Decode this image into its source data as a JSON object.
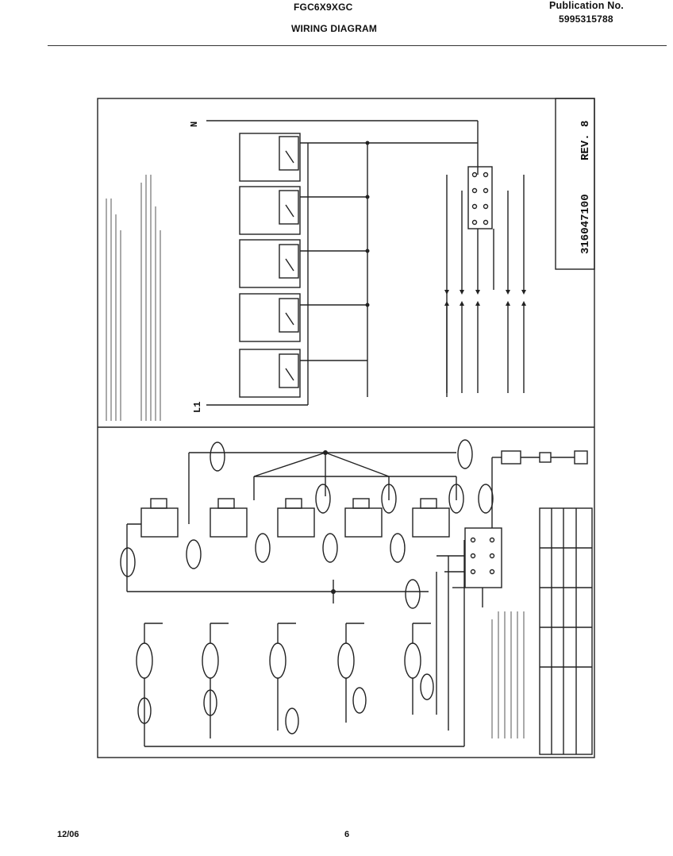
{
  "header": {
    "model": "FGC6X9XGC",
    "doc_title": "WIRING DIAGRAM",
    "publication_label": "Publication No.",
    "publication_number": "5995315788"
  },
  "footer": {
    "date": "12/06",
    "page": "6"
  },
  "schematic": {
    "drawing_number": "316047100",
    "revision": "REV. 8",
    "line_label": "L1",
    "neutral_label": "N"
  }
}
